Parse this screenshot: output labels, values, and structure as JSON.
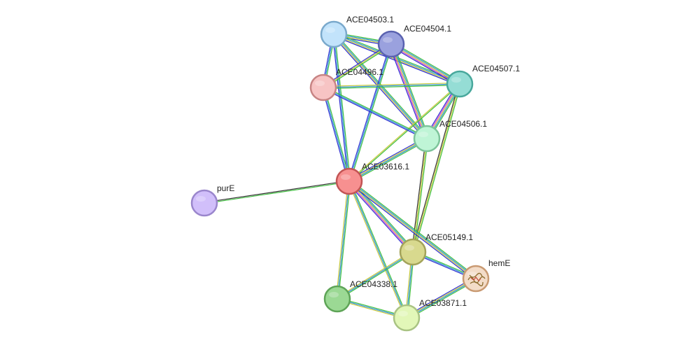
{
  "network": {
    "nodes": [
      {
        "id": "ACE04503.1",
        "label": "ACE04503.1",
        "fill": "#c2e3fb",
        "stroke": "#7aa9cc"
      },
      {
        "id": "ACE04504.1",
        "label": "ACE04504.1",
        "fill": "#9aa1de",
        "stroke": "#5a62b0"
      },
      {
        "id": "ACE04507.1",
        "label": "ACE04507.1",
        "fill": "#95ddd5",
        "stroke": "#48a89c"
      },
      {
        "id": "ACE04496.1",
        "label": "ACE04496.1",
        "fill": "#f7c4c4",
        "stroke": "#c78484"
      },
      {
        "id": "ACE04506.1",
        "label": "ACE04506.1",
        "fill": "#bff5d6",
        "stroke": "#7dc49a"
      },
      {
        "id": "ACE03616.1",
        "label": "ACE03616.1",
        "fill": "#f79090",
        "stroke": "#c25454"
      },
      {
        "id": "purE",
        "label": "purE",
        "fill": "#d1bffa",
        "stroke": "#9a86cc"
      },
      {
        "id": "ACE05149.1",
        "label": "ACE05149.1",
        "fill": "#d8d98e",
        "stroke": "#a3a35a"
      },
      {
        "id": "hemE",
        "label": "hemE",
        "fill": "#f3dcc8",
        "stroke": "#c99a72"
      },
      {
        "id": "ACE04338.1",
        "label": "ACE04338.1",
        "fill": "#9bd994",
        "stroke": "#5ea457"
      },
      {
        "id": "ACE03871.1",
        "label": "ACE03871.1",
        "fill": "#e2f7b8",
        "stroke": "#a9c383"
      }
    ],
    "edges": [
      {
        "source": "ACE04503.1",
        "target": "ACE04504.1",
        "colors": [
          "#3fbf3f",
          "#2b8fd6",
          "#c8c83a",
          "#3030d0"
        ]
      },
      {
        "source": "ACE04503.1",
        "target": "ACE04507.1",
        "colors": [
          "#3fbf3f",
          "#2b8fd6",
          "#c8c83a",
          "#3030d0"
        ]
      },
      {
        "source": "ACE04503.1",
        "target": "ACE04496.1",
        "colors": [
          "#3fbf3f",
          "#2b8fd6",
          "#3030d0"
        ]
      },
      {
        "source": "ACE04503.1",
        "target": "ACE04506.1",
        "colors": [
          "#3fbf3f",
          "#2b8fd6",
          "#c8c83a",
          "#3030d0"
        ]
      },
      {
        "source": "ACE04503.1",
        "target": "ACE03616.1",
        "colors": [
          "#3fbf3f",
          "#2b8fd6",
          "#3030d0"
        ]
      },
      {
        "source": "ACE04504.1",
        "target": "ACE04507.1",
        "colors": [
          "#3fbf3f",
          "#2b8fd6",
          "#c8c83a",
          "#d040d0",
          "#3030d0"
        ]
      },
      {
        "source": "ACE04504.1",
        "target": "ACE04496.1",
        "colors": [
          "#3fbf3f",
          "#c8c83a",
          "#3030d0"
        ]
      },
      {
        "source": "ACE04504.1",
        "target": "ACE04506.1",
        "colors": [
          "#3fbf3f",
          "#2b8fd6",
          "#c8c83a",
          "#d040d0",
          "#3030d0"
        ]
      },
      {
        "source": "ACE04504.1",
        "target": "ACE03616.1",
        "colors": [
          "#3fbf3f",
          "#2b8fd6",
          "#3030d0"
        ]
      },
      {
        "source": "ACE04507.1",
        "target": "ACE04496.1",
        "colors": [
          "#3fbf3f",
          "#2b8fd6",
          "#c8c83a"
        ]
      },
      {
        "source": "ACE04507.1",
        "target": "ACE04506.1",
        "colors": [
          "#3fbf3f",
          "#2b8fd6",
          "#c8c83a",
          "#d040d0",
          "#3030d0"
        ]
      },
      {
        "source": "ACE04507.1",
        "target": "ACE03616.1",
        "colors": [
          "#3fbf3f",
          "#c8c83a"
        ]
      },
      {
        "source": "ACE04507.1",
        "target": "ACE05149.1",
        "colors": [
          "#3fbf3f",
          "#c8c83a",
          "#333333"
        ]
      },
      {
        "source": "ACE04496.1",
        "target": "ACE04506.1",
        "colors": [
          "#3fbf3f",
          "#2b8fd6",
          "#3030d0"
        ]
      },
      {
        "source": "ACE04496.1",
        "target": "ACE03616.1",
        "colors": [
          "#3fbf3f",
          "#2b8fd6",
          "#3030d0"
        ]
      },
      {
        "source": "ACE04506.1",
        "target": "ACE03616.1",
        "colors": [
          "#3fbf3f",
          "#2b8fd6",
          "#c8c83a",
          "#3030d0"
        ]
      },
      {
        "source": "ACE04506.1",
        "target": "ACE05149.1",
        "colors": [
          "#3fbf3f",
          "#c8c83a",
          "#333333"
        ]
      },
      {
        "source": "ACE03616.1",
        "target": "purE",
        "colors": [
          "#3fbf3f",
          "#333333"
        ]
      },
      {
        "source": "ACE03616.1",
        "target": "ACE05149.1",
        "colors": [
          "#3fbf3f",
          "#2b8fd6",
          "#c8c83a",
          "#d040d0",
          "#3030d0"
        ]
      },
      {
        "source": "ACE03616.1",
        "target": "hemE",
        "colors": [
          "#3fbf3f",
          "#2b8fd6",
          "#c8c83a",
          "#3030d0"
        ]
      },
      {
        "source": "ACE03616.1",
        "target": "ACE04338.1",
        "colors": [
          "#3fbf3f",
          "#2b8fd6",
          "#c8c83a"
        ]
      },
      {
        "source": "ACE03616.1",
        "target": "ACE03871.1",
        "colors": [
          "#3fbf3f",
          "#2b8fd6",
          "#c8c83a"
        ]
      },
      {
        "source": "ACE05149.1",
        "target": "hemE",
        "colors": [
          "#3fbf3f",
          "#2b8fd6",
          "#3030d0"
        ]
      },
      {
        "source": "ACE05149.1",
        "target": "ACE04338.1",
        "colors": [
          "#3fbf3f",
          "#2b8fd6",
          "#c8c83a"
        ]
      },
      {
        "source": "ACE05149.1",
        "target": "ACE03871.1",
        "colors": [
          "#3fbf3f",
          "#2b8fd6",
          "#c8c83a"
        ]
      },
      {
        "source": "hemE",
        "target": "ACE03871.1",
        "colors": [
          "#3fbf3f",
          "#2b8fd6",
          "#c8c83a",
          "#3030d0"
        ]
      },
      {
        "source": "ACE04338.1",
        "target": "ACE03871.1",
        "colors": [
          "#3fbf3f",
          "#2b8fd6",
          "#c8c83a"
        ]
      }
    ]
  }
}
